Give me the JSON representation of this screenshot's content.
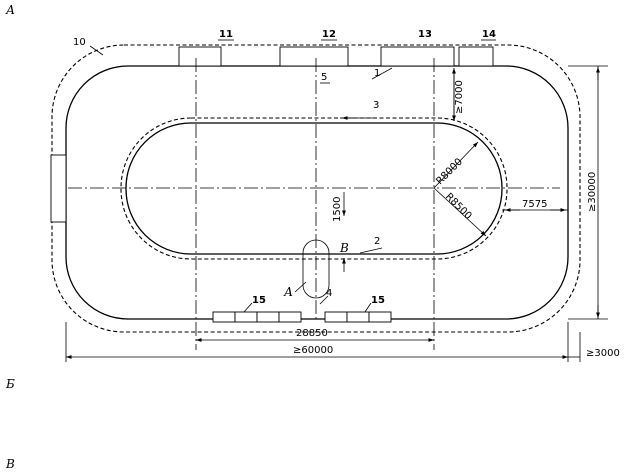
{
  "section_labels": [
    "А",
    "Б",
    "В"
  ],
  "point_label": "В",
  "ref_label": "А",
  "callouts": {
    "c1": "1",
    "c2": "2",
    "c3": "3",
    "c4": "4",
    "c5": "5",
    "c10": "10",
    "c11": "11",
    "c12": "12",
    "c13": "13",
    "c14": "14",
    "c15a": "15",
    "c15b": "15"
  },
  "dimensions": {
    "d7000": "≥7000",
    "r8000": "R8000",
    "r8500": "R8500",
    "d1500": "1500",
    "d7575": "7575",
    "d30000": "≥30000",
    "d28850": "28850",
    "d60000": "≥60000",
    "d3000": "≥3000"
  }
}
